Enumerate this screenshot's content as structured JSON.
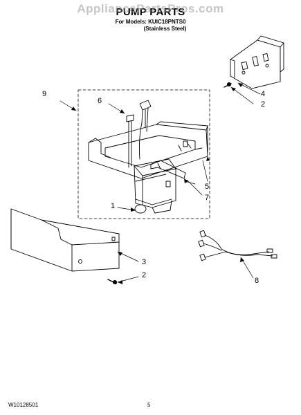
{
  "watermark": "AppliancePartsPros.com",
  "header": {
    "title": "PUMP PARTS",
    "models_line1": "For Models: KUIC18PNTS0",
    "models_line2": "(Stainless Steel)"
  },
  "callouts": {
    "c1": "1",
    "c2a": "2",
    "c2b": "2",
    "c3": "3",
    "c4": "4",
    "c5": "5",
    "c6": "6",
    "c7": "7",
    "c8": "8",
    "c9": "9"
  },
  "footer": {
    "doc_number": "W10128501",
    "page_number": "5"
  }
}
